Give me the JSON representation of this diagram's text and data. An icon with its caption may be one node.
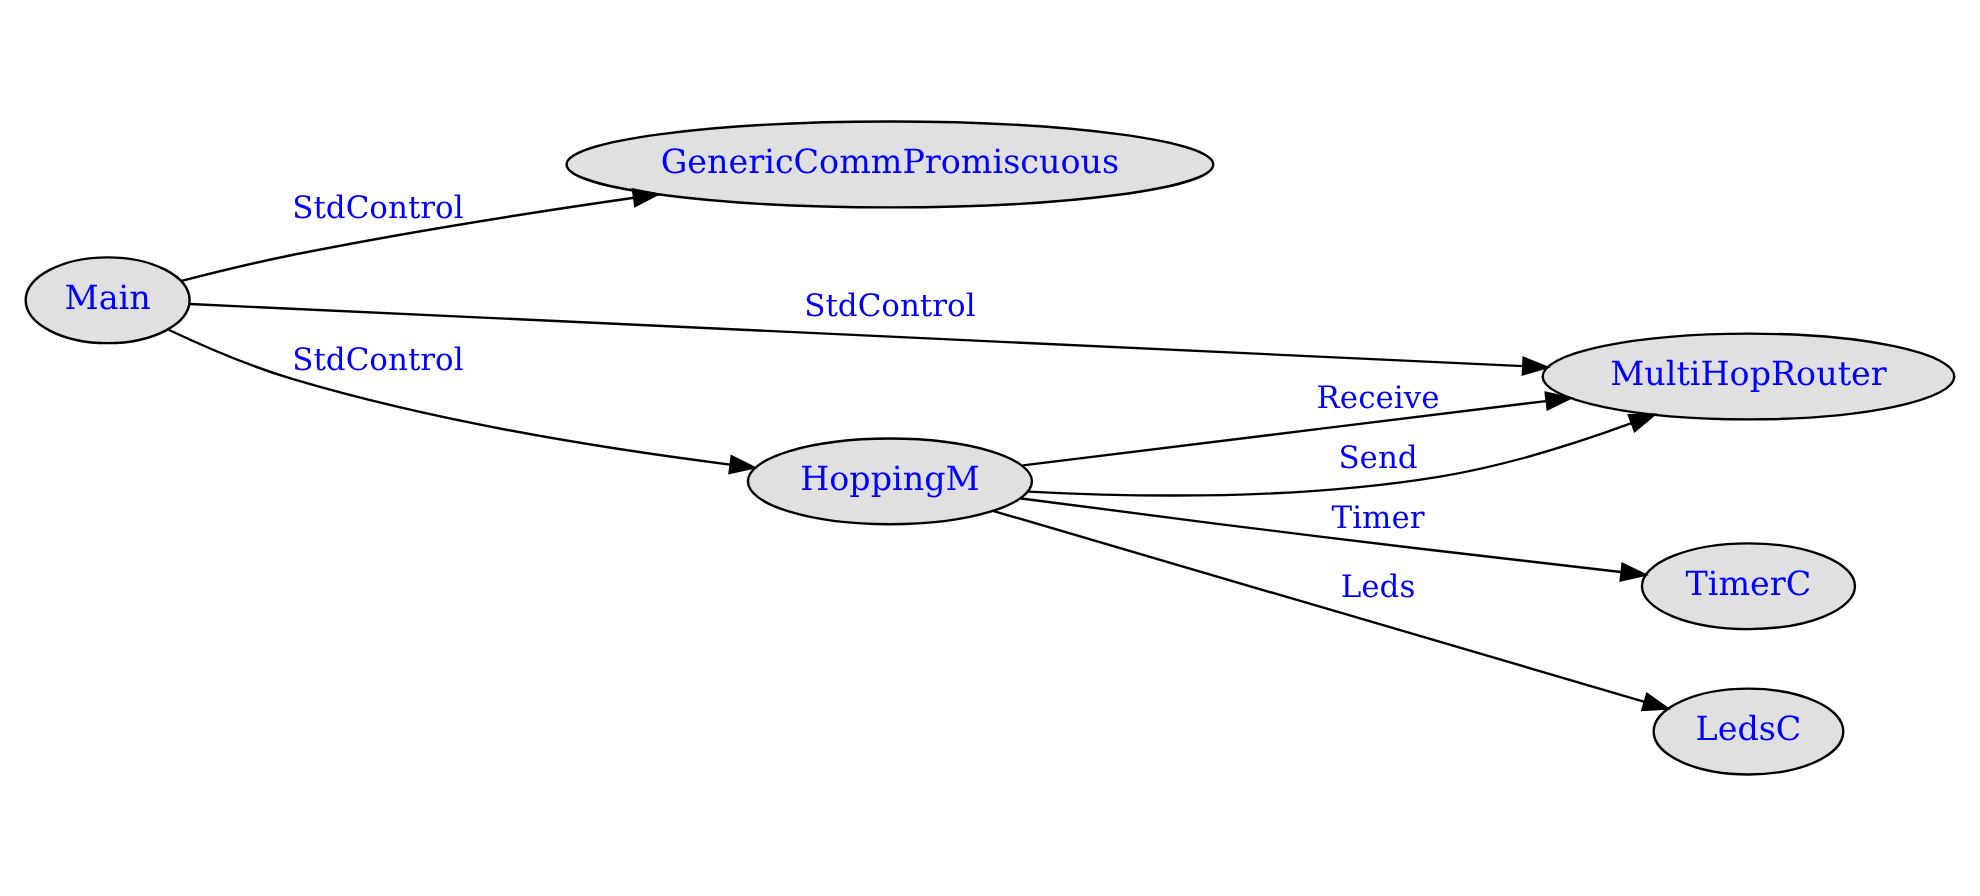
{
  "diagram": {
    "nodes": [
      {
        "text": [
          "Main"
        ]
      },
      {
        "text": [
          "GenericCommPromiscuous"
        ]
      },
      {
        "text": [
          "MultiHopRouter"
        ]
      },
      {
        "text": [
          "HoppingM"
        ]
      },
      {
        "text": [
          "TimerC"
        ]
      },
      {
        "text": [
          "LedsC"
        ]
      }
    ],
    "edges": [
      {
        "from": 0,
        "to": 1,
        "arrow": "to",
        "label": "StdControl"
      },
      {
        "from": 0,
        "to": 2,
        "arrow": "to",
        "label": "StdControl"
      },
      {
        "from": 0,
        "to": 3,
        "arrow": "to",
        "label": "StdControl"
      },
      {
        "from": 3,
        "to": 2,
        "arrow": "to",
        "label": "Receive"
      },
      {
        "from": 3,
        "to": 2,
        "arrow": "to",
        "label": "Send"
      },
      {
        "from": 3,
        "to": 4,
        "arrow": "to",
        "label": "Timer"
      },
      {
        "from": 3,
        "to": 5,
        "arrow": "to",
        "label": "Leds"
      }
    ]
  }
}
